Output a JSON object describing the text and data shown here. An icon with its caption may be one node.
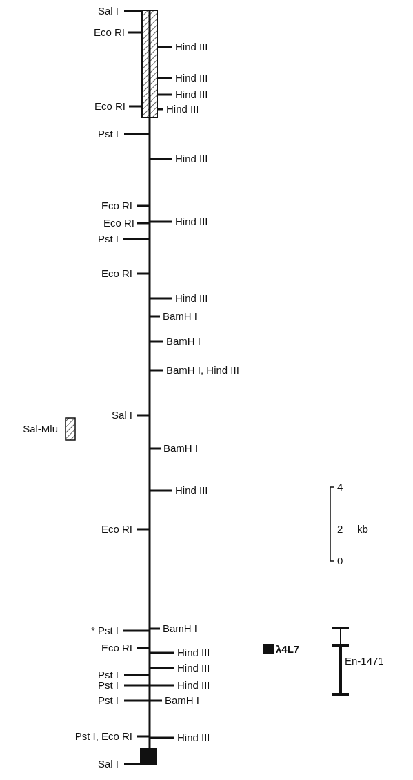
{
  "diagram": {
    "labels": [
      "Sal I",
      "Eco RI",
      "Hind III",
      "Hind III",
      "Hind III",
      "Eco RI",
      "Hind III",
      "Pst I",
      "Hind III",
      "Eco RI",
      "Eco RI",
      "Hind III",
      "Pst I",
      "Eco RI",
      "Hind III",
      "BamH I",
      "BamH I",
      "BamH I, Hind III",
      "Sal I",
      "Sal-Mlu",
      "BamH I",
      "4",
      "Hind III",
      "Eco RI",
      "2",
      "kb",
      "0",
      "* Pst I",
      "BamH I",
      "Eco RI",
      "Hind III",
      "λ4L7",
      "En-1471",
      "Hind III",
      "Pst I",
      "Pst I",
      "Hind III",
      "Pst I",
      "BamH I",
      "Pst I, Eco RI",
      "Hind III",
      "Sal I"
    ]
  }
}
